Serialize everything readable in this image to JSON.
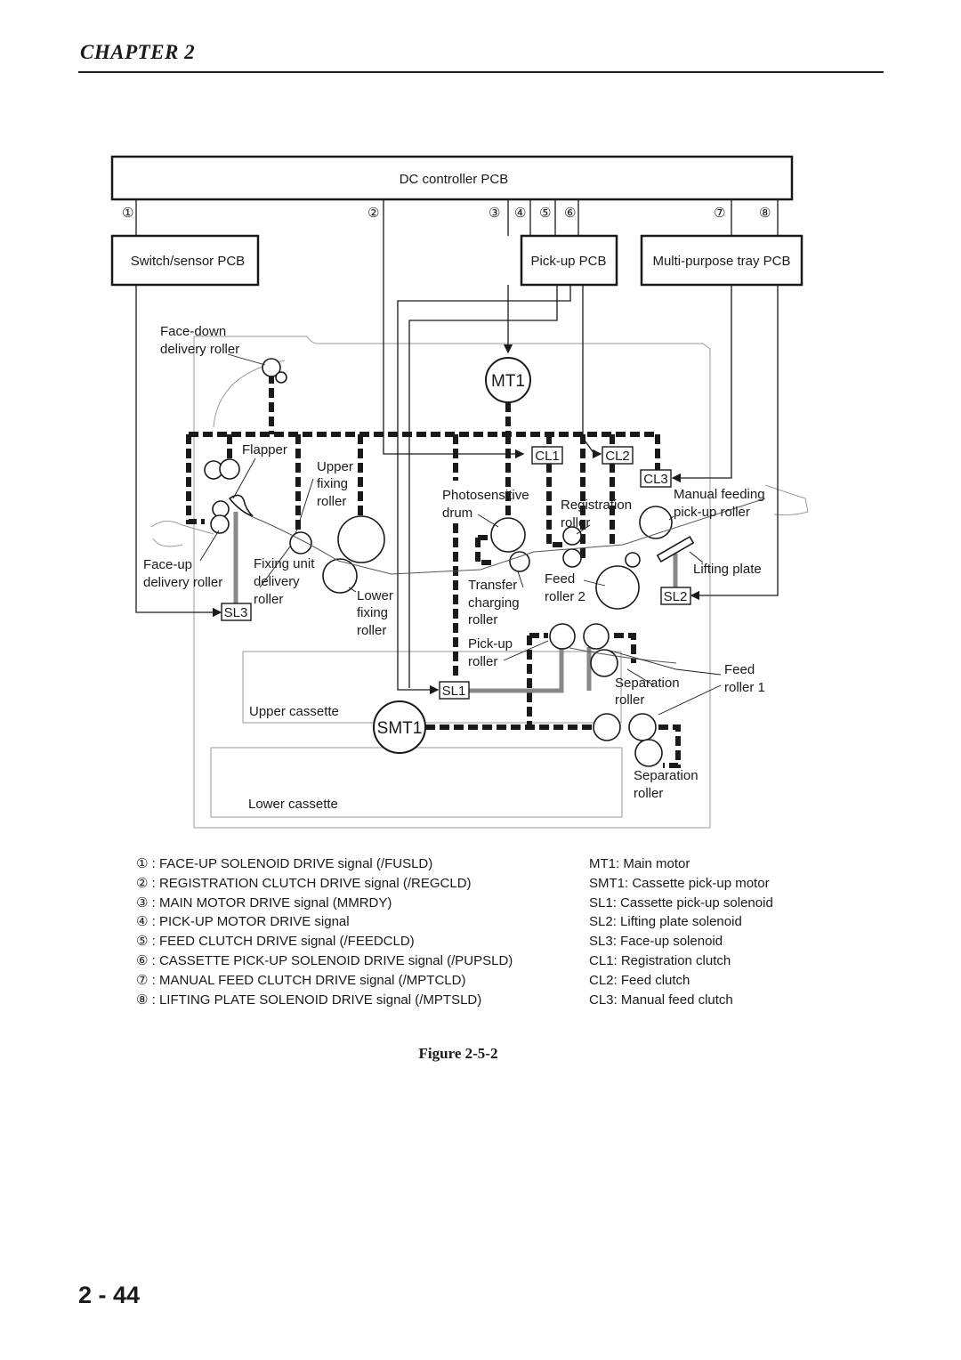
{
  "header": {
    "chapter": "CHAPTER 2"
  },
  "diagram": {
    "dc_controller": "DC controller PCB",
    "switch_sensor_pcb": "Switch/sensor PCB",
    "pickup_pcb": "Pick-up PCB",
    "mp_tray_pcb": "Multi-purpose tray PCB",
    "signal_numbers": [
      "①",
      "②",
      "③",
      "④",
      "⑤",
      "⑥",
      "⑦",
      "⑧"
    ],
    "mt1": "MT1",
    "smt1": "SMT1",
    "cl1": "CL1",
    "cl2": "CL2",
    "cl3": "CL3",
    "sl1": "SL1",
    "sl2": "SL2",
    "sl3": "SL3",
    "labels": {
      "face_down_1": "Face-down",
      "face_down_2": "delivery roller",
      "flapper": "Flapper",
      "upper_fix_1": "Upper",
      "upper_fix_2": "fixing",
      "upper_fix_3": "roller",
      "photo_1": "Photosensitive",
      "photo_2": "drum",
      "reg_1": "Registration",
      "reg_2": "roller",
      "manual_1": "Manual feeding",
      "manual_2": "pick-up roller",
      "face_up_1": "Face-up",
      "face_up_2": "delivery roller",
      "fix_unit_1": "Fixing unit",
      "fix_unit_2": "delivery",
      "fix_unit_3": "roller",
      "lower_fix_1": "Lower",
      "lower_fix_2": "fixing",
      "lower_fix_3": "roller",
      "transfer_1": "Transfer",
      "transfer_2": "charging",
      "transfer_3": "roller",
      "feed2_1": "Feed",
      "feed2_2": "roller 2",
      "lifting": "Lifting plate",
      "pickup_1": "Pick-up",
      "pickup_2": "roller",
      "feed1_1": "Feed",
      "feed1_2": "roller 1",
      "sep1_1": "Separation",
      "sep1_2": "roller",
      "upper_cassette": "Upper cassette",
      "sep2_1": "Separation",
      "sep2_2": "roller",
      "lower_cassette": "Lower cassette"
    }
  },
  "legend_signals": [
    "① : FACE-UP SOLENOID DRIVE signal (/FUSLD)",
    "② : REGISTRATION CLUTCH DRIVE signal (/REGCLD)",
    "③ : MAIN MOTOR DRIVE signal (MMRDY)",
    "④ : PICK-UP MOTOR DRIVE signal",
    "⑤ : FEED CLUTCH DRIVE signal (/FEEDCLD)",
    "⑥ : CASSETTE PICK-UP SOLENOID DRIVE signal (/PUPSLD)",
    "⑦ : MANUAL FEED CLUTCH DRIVE signal (/MPTCLD)",
    "⑧ : LIFTING PLATE SOLENOID DRIVE signal (/MPTSLD)"
  ],
  "legend_components": [
    "MT1: Main motor",
    "SMT1: Cassette pick-up motor",
    "SL1: Cassette pick-up solenoid",
    "SL2: Lifting plate solenoid",
    "SL3: Face-up solenoid",
    "CL1: Registration clutch",
    "CL2: Feed clutch",
    "CL3: Manual feed clutch"
  ],
  "figure_caption": "Figure 2-5-2",
  "page_number": "2 - 44"
}
